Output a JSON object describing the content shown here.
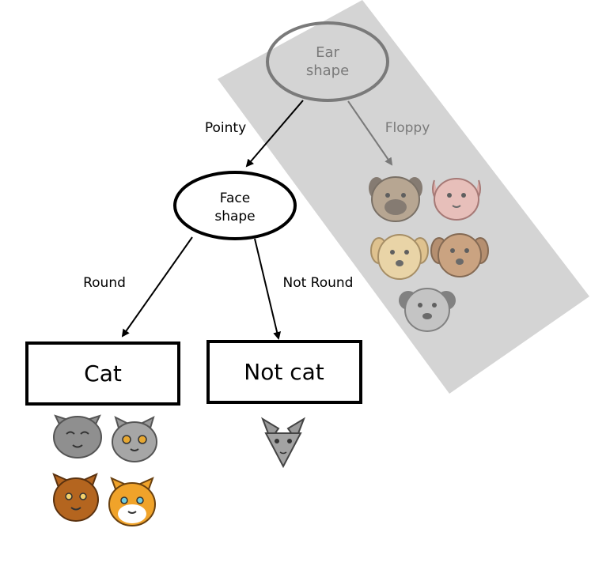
{
  "root": {
    "line1": "Ear",
    "line2": "shape"
  },
  "branches": {
    "pointy": "Pointy",
    "floppy": "Floppy",
    "round": "Round",
    "not_round": "Not Round"
  },
  "decision": {
    "line1": "Face",
    "line2": "shape"
  },
  "leaves": {
    "cat": "Cat",
    "not_cat": "Not cat"
  },
  "colors": {
    "shaded_panel": "#d4d4d4",
    "line": "#000000",
    "faded_line": "#7a7a7a",
    "faded_text": "#7a7a7a"
  },
  "animals": {
    "cats": [
      "gray-cat-icon",
      "gray-cat-icon",
      "brown-cat-icon",
      "orange-cat-icon"
    ],
    "not_cat": [
      "gray-cat-icon"
    ],
    "dogs": [
      "pug-dog-icon",
      "pink-dog-icon",
      "yellow-dog-icon",
      "brown-dog-icon",
      "gray-dog-icon"
    ]
  }
}
